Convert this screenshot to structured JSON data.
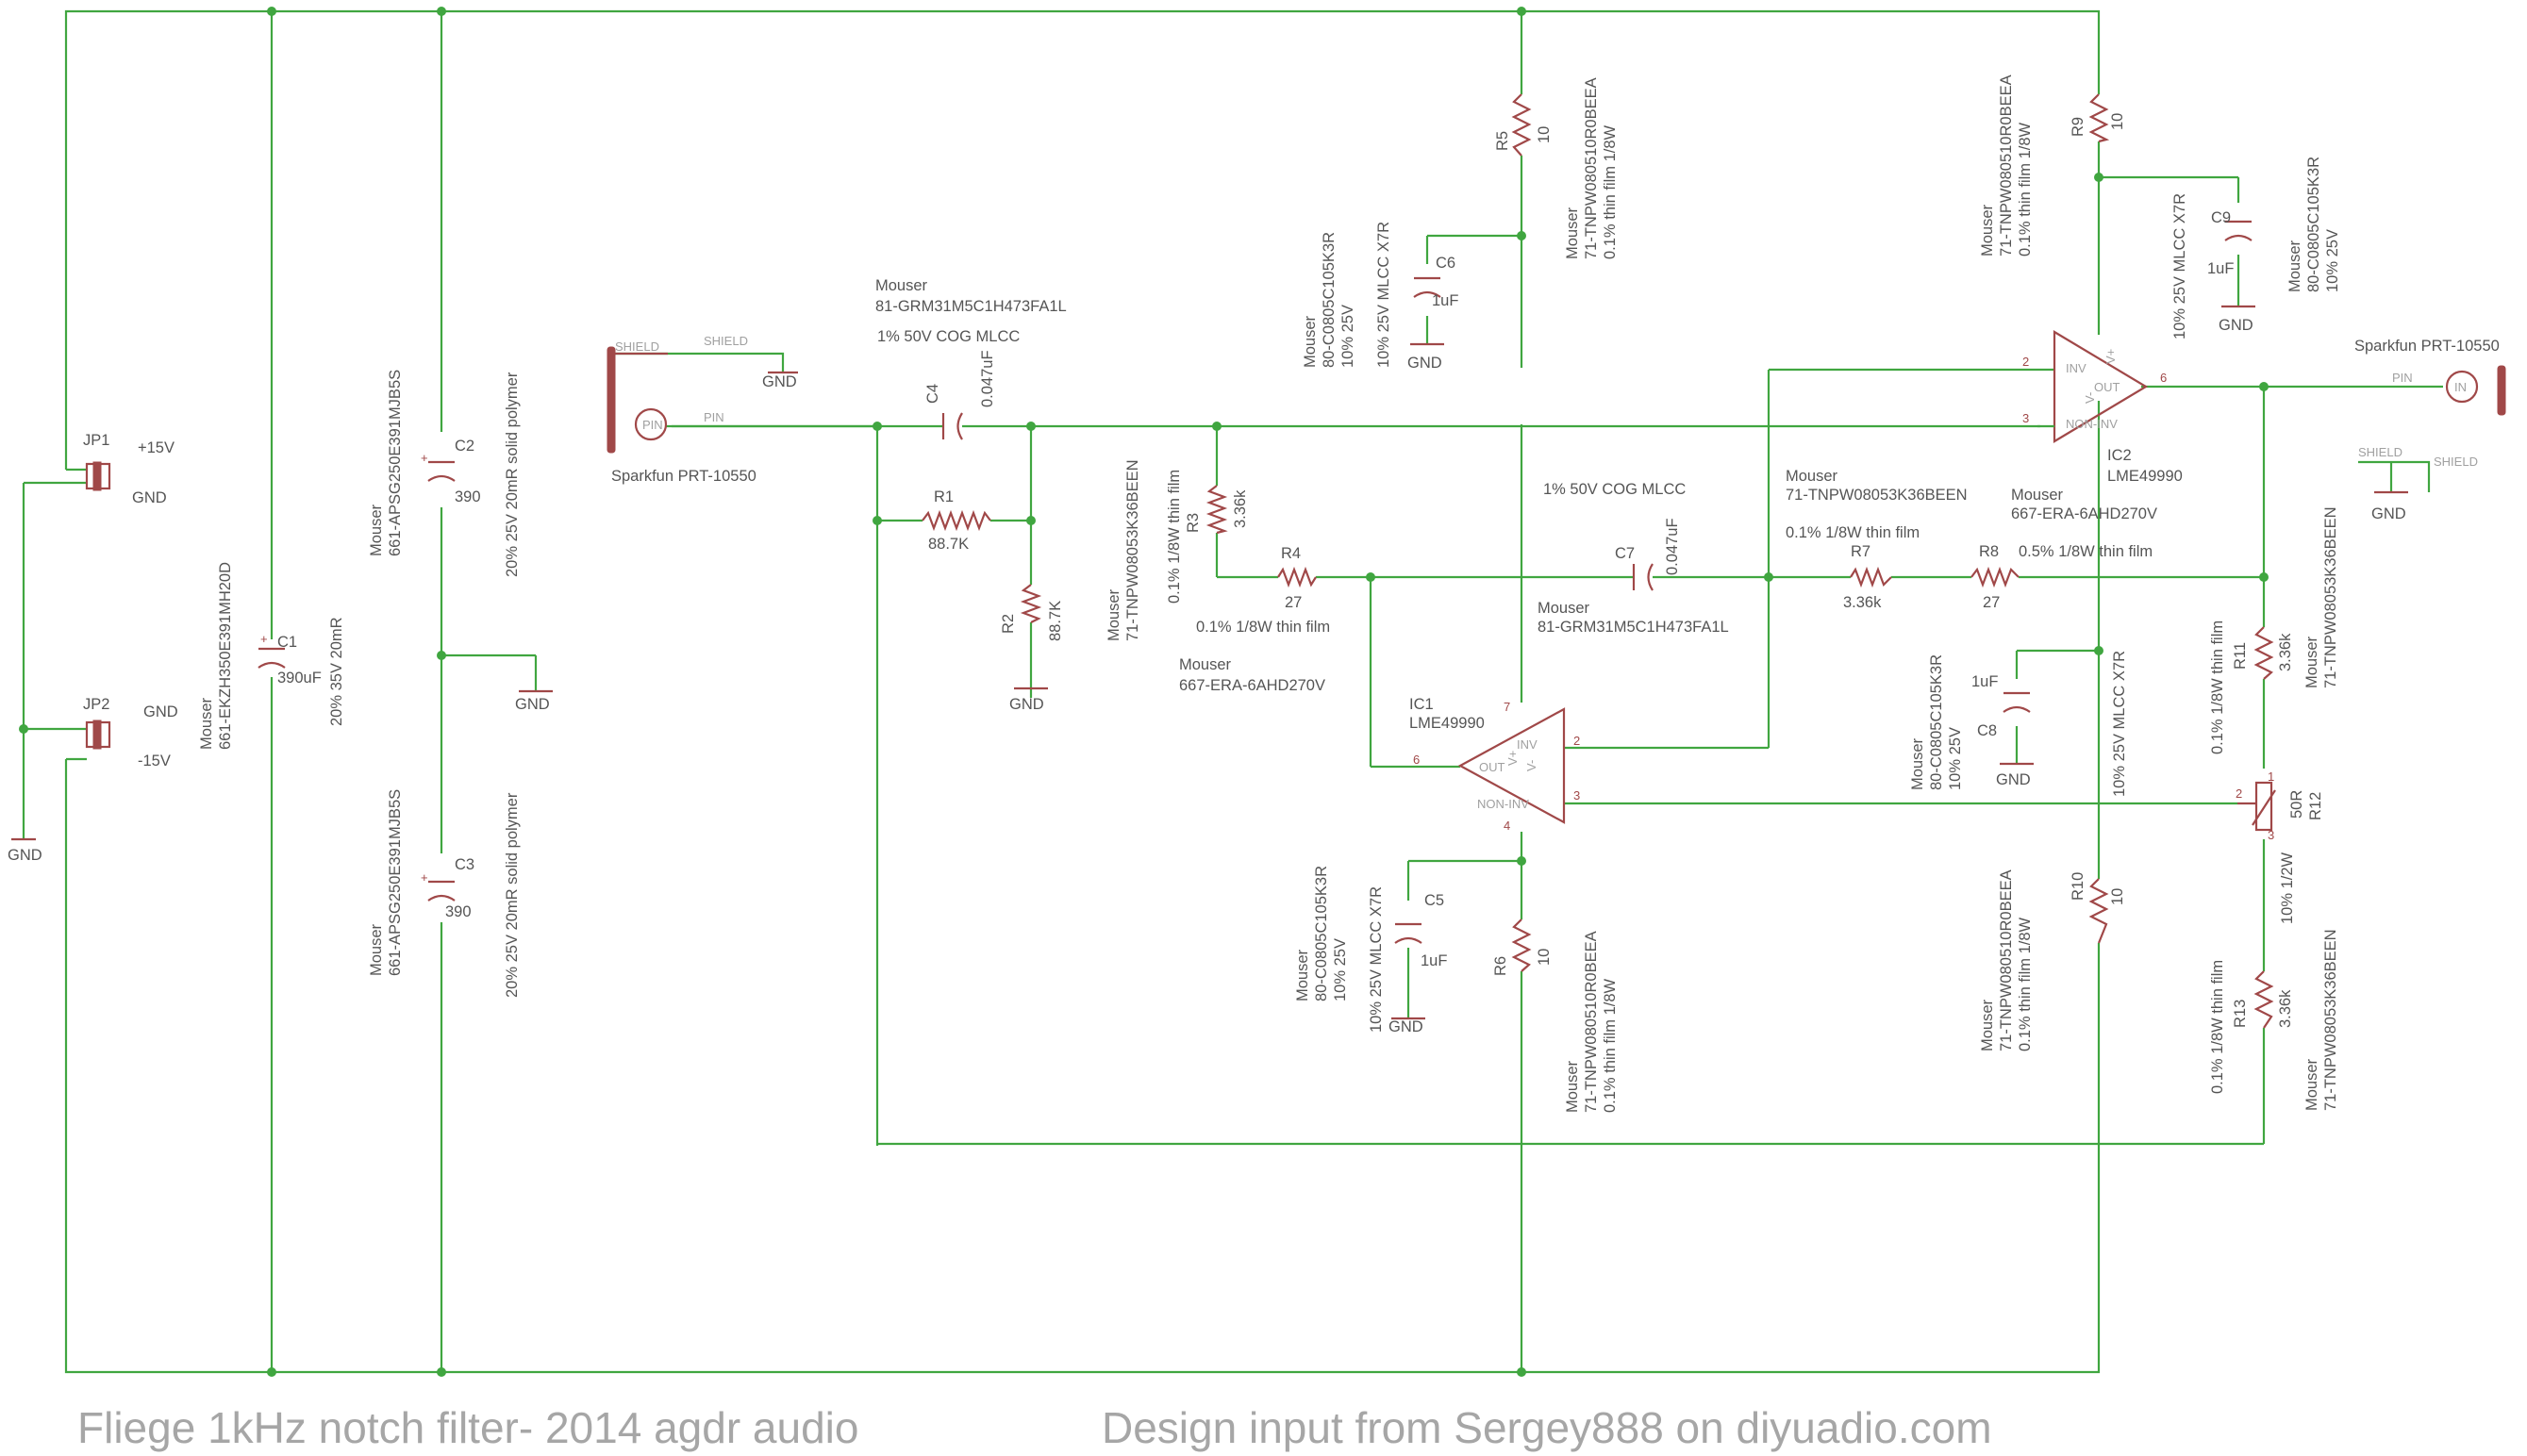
{
  "footer": {
    "left": "Fliege 1kHz notch filter- 2014 agdr audio",
    "right": "Design input from Sergey888 on diyuadio.com"
  },
  "power": {
    "jp1": "JP1",
    "jp1_plus": "+15V",
    "jp1_gnd": "GND",
    "jp2": "JP2",
    "jp2_gnd": "GND",
    "jp2_minus": "-15V",
    "gnd": "GND"
  },
  "c1": {
    "ref": "C1",
    "value": "390uF",
    "vendor": "Mouser",
    "part": "661-EKZH350E391MH20D",
    "spec": "20% 35V 20mR"
  },
  "c2": {
    "ref": "C2",
    "value": "390",
    "vendor": "Mouser",
    "part": "661-APSG250E391MJB5S",
    "spec": "20% 25V 20mR solid polymer"
  },
  "c3": {
    "ref": "C3",
    "value": "390",
    "vendor": "Mouser",
    "part": "661-APSG250E391MJB5S",
    "spec": "20% 25V 20mR solid polymer"
  },
  "in_jack": {
    "name": "Sparkfun PRT-10550",
    "pin": "PIN",
    "shield": "SHIELD",
    "shield2": "SHIELD",
    "gnd": "GND"
  },
  "out_jack": {
    "name": "Sparkfun PRT-10550",
    "pin": "PIN",
    "shield": "SHIELD",
    "shield2": "SHIELD",
    "gnd": "GND"
  },
  "c4": {
    "ref": "C4",
    "value": "0.047uF",
    "vendor": "Mouser",
    "part": "81-GRM31M5C1H473FA1L",
    "spec": "1% 50V COG MLCC"
  },
  "r1": {
    "ref": "R1",
    "value": "88.7K"
  },
  "r2": {
    "ref": "R2",
    "value": "88.7K",
    "gnd": "GND"
  },
  "r3": {
    "ref": "R3",
    "value": "3.36k",
    "vendor": "Mouser",
    "part": "71-TNPW08053K36BEEN",
    "spec": "0.1% 1/8W thin film"
  },
  "r4": {
    "ref": "R4",
    "value": "27",
    "spec": "0.1% 1/8W thin film",
    "vendor": "Mouser",
    "part": "667-ERA-6AHD270V"
  },
  "r5": {
    "ref": "R5",
    "value": "10",
    "vendor": "Mouser",
    "part": "71-TNPW080510R0BEEA",
    "spec": "0.1% thin film 1/8W"
  },
  "c6": {
    "ref": "C6",
    "value": "1uF",
    "vendor": "Mouser",
    "part": "80-C0805C105K3R",
    "spec1": "10% 25V",
    "spec2": "10% 25V MLCC X7R",
    "gnd": "GND"
  },
  "c7": {
    "ref": "C7",
    "value": "0.047uF",
    "vendor": "Mouser",
    "part": "81-GRM31M5C1H473FA1L",
    "spec": "1% 50V COG MLCC"
  },
  "ic1": {
    "ref": "IC1",
    "part": "LME49990",
    "inv": "INV",
    "noninv": "NON-INV",
    "out": "OUT",
    "vp": "V+",
    "vm": "V-",
    "p2": "2",
    "p3": "3",
    "p4": "4",
    "p6": "6",
    "p7": "7"
  },
  "c5": {
    "ref": "C5",
    "value": "1uF",
    "vendor": "Mouser",
    "part": "80-C0805C105K3R",
    "spec1": "10% 25V",
    "spec2": "10% 25V MLCC X7R",
    "gnd": "GND"
  },
  "r6": {
    "ref": "R6",
    "value": "10",
    "vendor": "Mouser",
    "part": "71-TNPW080510R0BEEA",
    "spec": "0.1% thin film 1/8W"
  },
  "r7": {
    "ref": "R7",
    "value": "3.36k",
    "vendor": "Mouser",
    "part": "71-TNPW08053K36BEEN",
    "spec": "0.1% 1/8W thin film"
  },
  "r8": {
    "ref": "R8",
    "value": "27",
    "vendor": "Mouser",
    "part": "667-ERA-6AHD270V",
    "spec": "0.5% 1/8W thin film"
  },
  "ic2": {
    "ref": "IC2",
    "part": "LME49990",
    "inv": "INV",
    "noninv": "NON-INV",
    "out": "OUT",
    "vp": "V+",
    "vm": "V-",
    "p2": "2",
    "p3": "3",
    "p6": "6"
  },
  "r9": {
    "ref": "R9",
    "value": "10",
    "vendor": "Mouser",
    "part": "71-TNPW080510R0BEEA",
    "spec": "0.1% thin film 1/8W"
  },
  "c9": {
    "ref": "C9",
    "value": "1uF",
    "vendor": "Mouser",
    "part": "80-C0805C105K3R",
    "spec1": "10% 25V",
    "spec2": "10% 25V MLCC X7R",
    "gnd": "GND"
  },
  "c8": {
    "ref": "C8",
    "value": "1uF",
    "vendor": "Mouser",
    "part": "80-C0805C105K3R",
    "spec1": "10% 25V",
    "spec2": "10% 25V MLCC X7R",
    "gnd": "GND"
  },
  "r10": {
    "ref": "R10",
    "value": "10",
    "vendor": "Mouser",
    "part": "71-TNPW080510R0BEEA",
    "spec": "0.1% thin film 1/8W"
  },
  "r11": {
    "ref": "R11",
    "value": "3.36k",
    "vendor": "Mouser",
    "part": "71-TNPW08053K36BEEN",
    "spec": "0.1% 1/8W thin film"
  },
  "r12": {
    "ref": "R12",
    "value": "50R",
    "spec": "10% 1/2W",
    "p1": "1",
    "p2": "2",
    "p3": "3"
  },
  "r13": {
    "ref": "R13",
    "value": "3.36k",
    "vendor": "Mouser",
    "part": "71-TNPW08053K36BEEN",
    "spec": "0.1% 1/8W thin film"
  }
}
